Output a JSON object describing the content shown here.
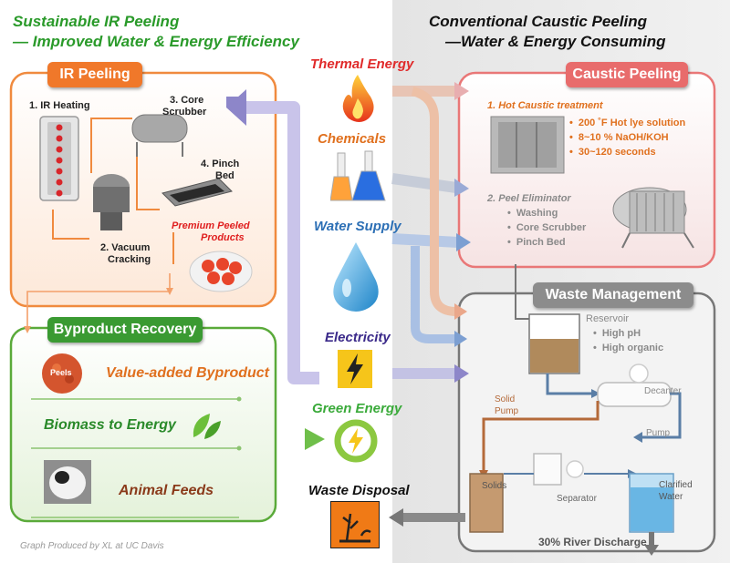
{
  "header": {
    "left_title_line1": "Sustainable IR Peeling",
    "left_title_line2": "— Improved Water & Energy Efficiency",
    "right_title_line1": "Conventional Caustic Peeling",
    "right_title_line2": "—Water & Energy Consuming"
  },
  "ir_peeling": {
    "title": "IR Peeling",
    "step1": "1. IR Heating",
    "step2_line1": "2. Vacuum",
    "step2_line2": "Cracking",
    "step3_line1": "3. Core",
    "step3_line2": "Scrubber",
    "step4_line1": "4. Pinch",
    "step4_line2": "Bed",
    "product_line1": "Premium Peeled",
    "product_line2": "Products"
  },
  "byproduct": {
    "title": "Byproduct Recovery",
    "peels_badge": "Peels",
    "row1": "Value-added Byproduct",
    "row2": "Biomass to Energy",
    "row3": "Animal Feeds"
  },
  "resources": {
    "thermal": "Thermal Energy",
    "chemicals": "Chemicals",
    "water": "Water Supply",
    "electricity": "Electricity",
    "green": "Green Energy",
    "waste": "Waste Disposal"
  },
  "caustic": {
    "title": "Caustic Peeling",
    "step1": "1.   Hot Caustic  treatment",
    "b1": "200 ˚F Hot lye solution",
    "b2": "8~10 % NaOH/KOH",
    "b3": "30~120 seconds",
    "step2": "2.  Peel Eliminator",
    "c1": "Washing",
    "c2": "Core Scrubber",
    "c3": "Pinch Bed"
  },
  "waste_mgmt": {
    "title": "Waste Management",
    "reservoir": "Reservoir",
    "r1": "High pH",
    "r2": "High organic",
    "solid_pump_line1": "Solid",
    "solid_pump_line2": "Pump",
    "decanter": "Decanter",
    "pump": "Pump",
    "solids": "Solids",
    "separator": "Separator",
    "clarified_line1": "Clarified",
    "clarified_line2": "Water",
    "discharge": "30% River Discharge"
  },
  "footer": {
    "credit": "Graph Produced by XL at UC Davis"
  },
  "colors": {
    "green": "#2a9a2a",
    "orange": "#f0782a",
    "red_tag": "#e86c6c",
    "gray_tag": "#8c8c8c",
    "blue_text": "#2c6fb5",
    "arrow_purple": "#8d86c9",
    "arrow_blue": "#7c9fd2"
  },
  "icons": [
    "flame-icon",
    "flask-icon",
    "water-drop-icon",
    "lightning-icon",
    "green-energy-icon",
    "hazard-icon",
    "leaf-icon",
    "cow-icon"
  ]
}
